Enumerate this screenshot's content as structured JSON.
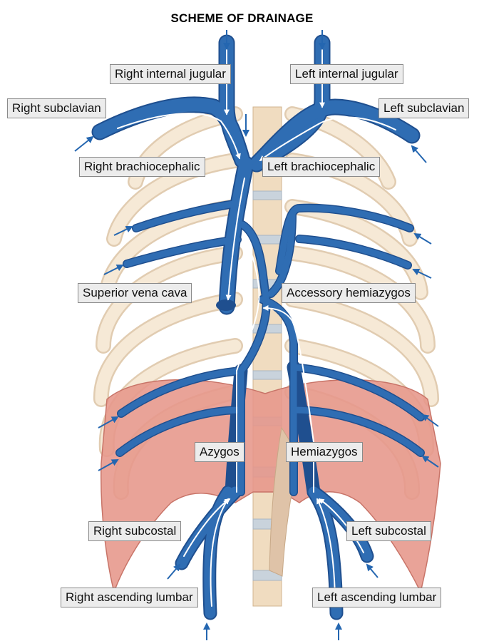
{
  "title": "SCHEME OF DRAINAGE",
  "labels": {
    "right_internal_jugular": "Right internal jugular",
    "left_internal_jugular": "Left internal jugular",
    "right_subclavian": "Right subclavian",
    "left_subclavian": "Left subclavian",
    "right_brachiocephalic": "Right brachiocephalic",
    "left_brachiocephalic": "Left brachiocephalic",
    "superior_vena_cava": "Superior vena cava",
    "accessory_hemiazygos": "Accessory hemiazygos",
    "azygos": "Azygos",
    "hemiazygos": "Hemiazygos",
    "right_subcostal": "Right subcostal",
    "left_subcostal": "Left subcostal",
    "right_ascending_lumbar": "Right ascending lumbar",
    "left_ascending_lumbar": "Left ascending lumbar"
  },
  "colors": {
    "vein": "#2f6db3",
    "vein_dark": "#1f4f8f",
    "rib": "#f1dcc0",
    "rib_edge": "#d8bc98",
    "diaphragm": "#e28f80",
    "flow_line": "#ffffff",
    "arrow": "#2466b0",
    "label_bg": "#ececec"
  }
}
